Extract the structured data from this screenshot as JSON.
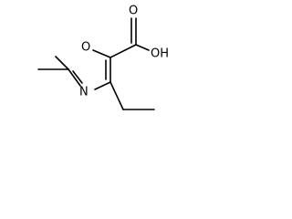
{
  "molecule": {
    "atoms": {
      "ring_oxygen": "O",
      "ring_nitrogen": "N",
      "carbonyl_oxygen": "O",
      "hydroxyl": "OH"
    }
  }
}
